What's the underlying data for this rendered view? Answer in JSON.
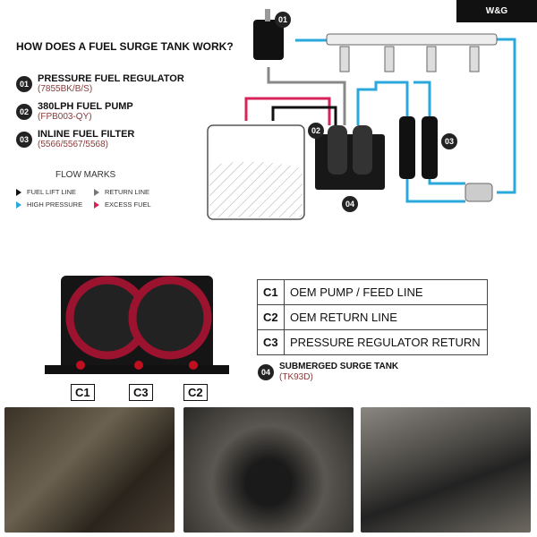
{
  "brand": "W&G",
  "title": "HOW DOES A FUEL SURGE TANK WORK?",
  "items": [
    {
      "num": "01",
      "label": "PRESSURE FUEL REGULATOR",
      "sku": "(7855BK/B/S)"
    },
    {
      "num": "02",
      "label": "380LPH FUEL PUMP",
      "sku": "(FPB003-QY)"
    },
    {
      "num": "03",
      "label": "INLINE FUEL FILTER",
      "sku": "(5566/5567/5568)"
    }
  ],
  "flow": {
    "title": "FLOW MARKS",
    "legend": [
      {
        "label": "FUEL LIFT LINE",
        "color": "#111111"
      },
      {
        "label": "RETURN LINE",
        "color": "#777777"
      },
      {
        "label": "HIGH PRESSURE",
        "color": "#2aa8dc"
      },
      {
        "label": "EXCESS FUEL",
        "color": "#d6245a"
      }
    ]
  },
  "diagram_labels": {
    "n1": "01",
    "n2": "02",
    "n3": "03",
    "n4": "04"
  },
  "connections": [
    {
      "code": "C1",
      "desc": "OEM PUMP / FEED LINE"
    },
    {
      "code": "C2",
      "desc": "OEM RETURN LINE"
    },
    {
      "code": "C3",
      "desc": "PRESSURE REGULATOR RETURN"
    }
  ],
  "tank_labels": {
    "c1": "C1",
    "c3": "C3",
    "c2": "C2"
  },
  "tank": {
    "num": "04",
    "label": "SUBMERGED SURGE TANK",
    "sku": "(TK93D)"
  }
}
